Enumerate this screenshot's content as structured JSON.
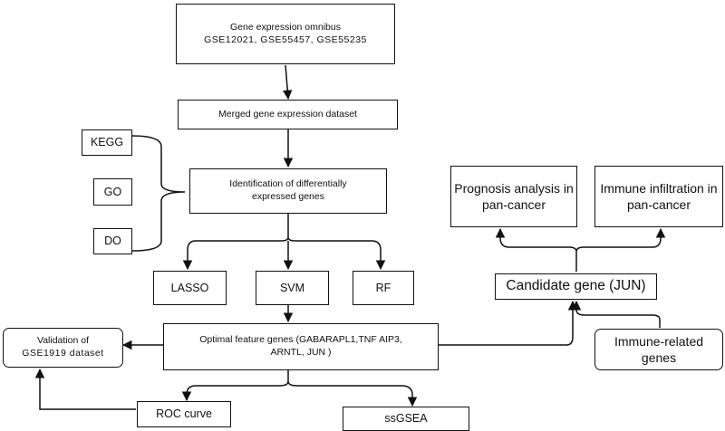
{
  "nodes": {
    "geo": {
      "line1": "Gene expression omnibus",
      "line2": "GSE12021, GSE55457, GSE55235"
    },
    "merged": "Merged gene expression dataset",
    "deg": {
      "line1": "Identification of differentially",
      "line2": "expressed genes"
    },
    "kegg": "KEGG",
    "go": "GO",
    "do": "DO",
    "lasso": "LASSO",
    "svm": "SVM",
    "rf": "RF",
    "optimal": {
      "line1": "Optimal feature genes (GABARAPL1,TNF  AIP3,",
      "line2": "ARNTL, JUN  )"
    },
    "validation": {
      "line1": "Validation of",
      "line2": "GSE1919 dataset"
    },
    "roc": "ROC curve",
    "ssgsea": "ssGSEA",
    "prognosis": {
      "line1": "Prognosis analysis in",
      "line2": "pan-cancer"
    },
    "immune_infiltration": {
      "line1": "Immune infiltration in",
      "line2": "pan-cancer"
    },
    "candidate": "Candidate gene (JUN)",
    "immune_related": {
      "line1": "Immune-related",
      "line2": "genes"
    }
  }
}
